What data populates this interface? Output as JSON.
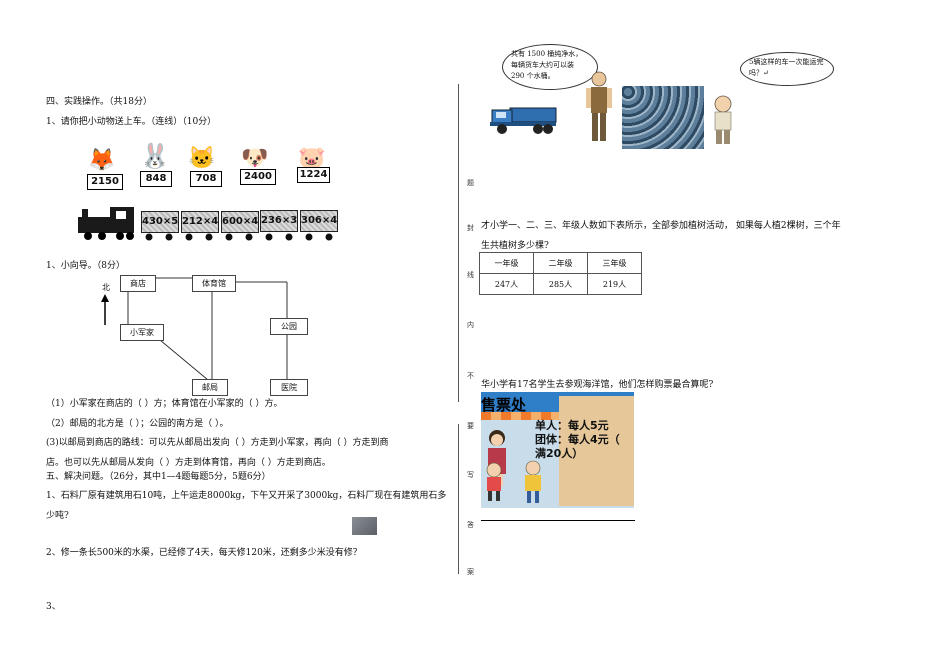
{
  "section4": {
    "title": "四、实践操作。（共18分）",
    "q1": "1、请你把小动物送上车。（连线）（10分）",
    "animal_numbers": [
      "2150",
      "848",
      "708",
      "2400",
      "1224"
    ],
    "train_cars": [
      "430×5",
      "212×4",
      "600×4",
      "236×3",
      "306×4"
    ],
    "q2": "1、小向导。（8分）",
    "map": {
      "north": "北",
      "shop": "商店",
      "stadium": "体育馆",
      "home": "小军家",
      "park": "公园",
      "post": "邮局",
      "hospital": "医院"
    },
    "fill1": "（1）小军家在商店的（        ）方；体育馆在小军家的（        ）方。",
    "fill2": "（2）邮局的北方是（          ）；公园的南方是（          ）。",
    "fill3a": "(3)以邮局到商店的路线：可以先从邮局出发向（      ）方走到小军家，再向（       ）方走到商",
    "fill3b": "店。也可以先从邮局从发向（          ）方走到体育馆，再向（      ）方走到商店。"
  },
  "section5": {
    "title": "五、解决问题。（26分，其中1—4题每题5分，5题6分）",
    "p1a": "1、石料厂原有建筑用石10吨，上午运走8000kg，下午又开采了3000kg，石料厂现在有建筑用石多",
    "p1b": "少吨?",
    "p2": "2、修一条长500米的水渠，已经修了4天，每天修120米，还剩多少米没有修？",
    "p3": "3、"
  },
  "right": {
    "bubble_left": "共有 1500 桶纯净水，每辆货车大约可以装 290 个水桶。",
    "bubble_right": "5辆这样的车一次能运完吗？↵",
    "q4a": "才小学一、二、三、年级人数如下表所示，全部参加植树活动，       如果每人植2棵树，三个年",
    "q4b": "生共植树多少棵?",
    "table_headers": [
      "一年级",
      "二年级",
      "三年级"
    ],
    "table_values": [
      "247人",
      "285人",
      "219人"
    ],
    "q5": "华小学有17名学生去参观海洋馆，他们怎样购票最合算呢?",
    "ticket_title": "售票处",
    "ticket_single": "单人：每人5元",
    "ticket_group1": "团体：每人4元（",
    "ticket_group2": "满20人）"
  },
  "binding_chars": [
    "题",
    "封",
    "线",
    "内",
    "不",
    "要",
    "写",
    "答",
    "案"
  ]
}
